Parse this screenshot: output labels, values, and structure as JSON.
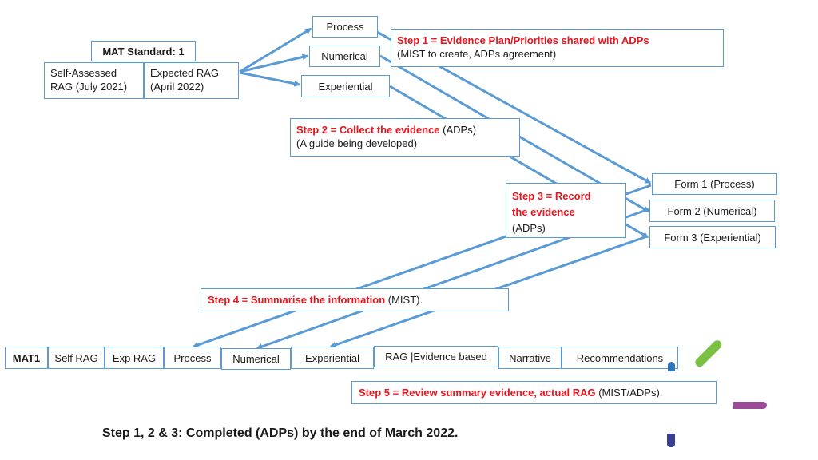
{
  "mat_standard": "MAT Standard: 1",
  "rag": {
    "self_assessed": [
      "Self-Assessed",
      "RAG (July 2021)"
    ],
    "expected": [
      "Expected RAG",
      "(April 2022)"
    ]
  },
  "evidence_types": {
    "process": "Process",
    "numerical": "Numerical",
    "experiential": "Experiential"
  },
  "step1": {
    "title": "Step 1 = Evidence Plan/Priorities shared with ADPs",
    "detail": "(MIST to create, ADPs agreement)"
  },
  "step2": {
    "title": "Step 2 = Collect the evidence",
    "suffix": " (ADPs)",
    "detail": "(A guide being developed)"
  },
  "step3": {
    "title_l1": "Step 3 = Record",
    "title_l2": "the evidence",
    "detail": "(ADPs)"
  },
  "forms": {
    "form1": "Form 1 (Process)",
    "form2": "Form 2 (Numerical)",
    "form3": "Form 3 (Experiential)"
  },
  "step4": {
    "title": "Step 4 = Summarise the information",
    "detail": " (MIST)."
  },
  "summary_row": {
    "mat": "MAT1",
    "self_rag": "Self RAG",
    "exp_rag": "Exp RAG",
    "process": "Process",
    "numerical": "Numerical",
    "experiential": "Experiential",
    "rag_evidence": "RAG |Evidence based",
    "narrative": "Narrative",
    "recommendations": "Recommendations"
  },
  "step5": {
    "title": "Step 5 = Review summary evidence, actual RAG",
    "detail": " (MIST/ADPs)."
  },
  "footnote": "Step 1, 2 & 3: Completed (ADPs) by the end of March 2022.",
  "colors": {
    "connector": "#5b9bd5",
    "step_red": "#e8141e",
    "deco_green": "#7ac143",
    "deco_purple": "#9b4a97",
    "deco_navy": "#3b3f8f",
    "deco_blue": "#2e75b6"
  }
}
